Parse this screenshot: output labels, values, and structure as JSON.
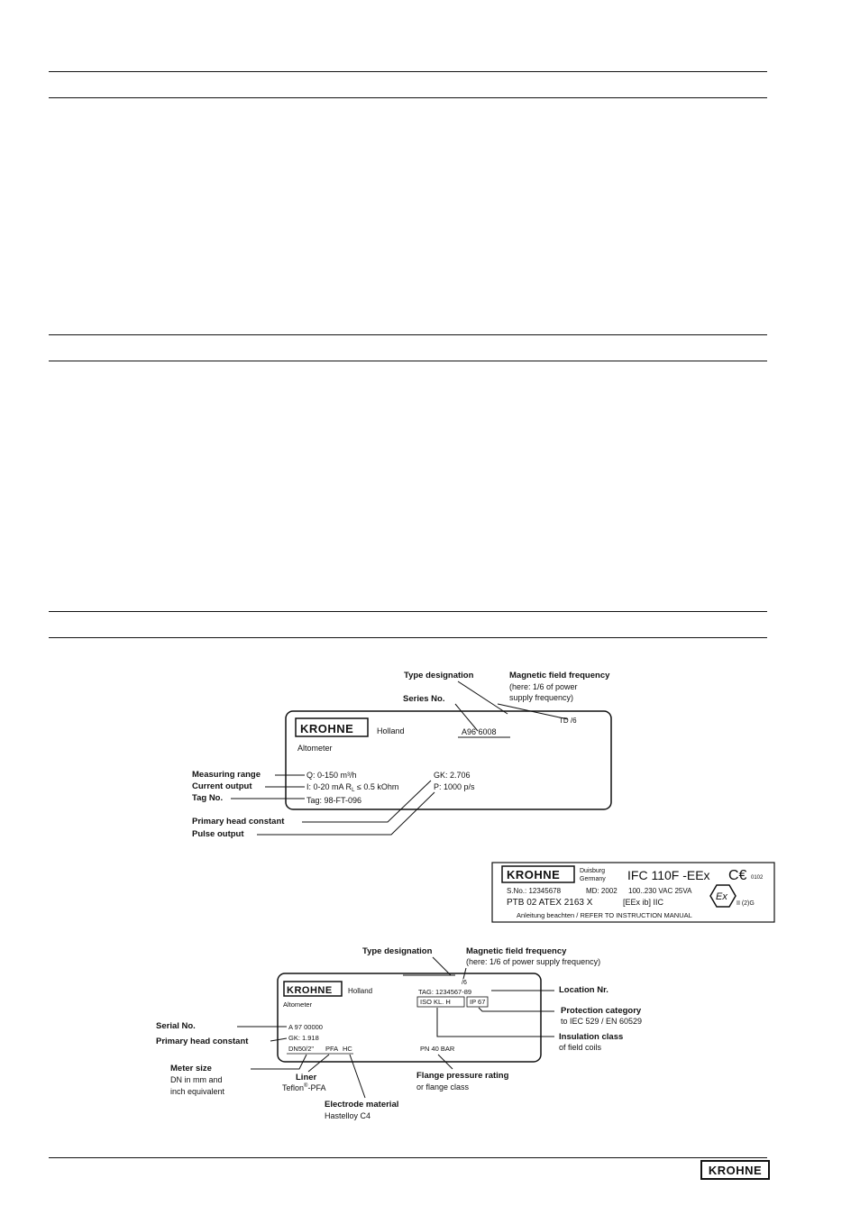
{
  "plate1": {
    "brand": "KROHNE",
    "origin": "Holland",
    "product": "Altometer",
    "series_value": "A96 6008",
    "freq_value": "TD /6",
    "range_value": "Q: 0-150 m³/h",
    "current_prefix": "I:",
    "current_value": "0-20 mA R",
    "current_sub": "L",
    "current_suffix": "≤ 0.5 kOhm",
    "tag_value": "Tag: 98-FT-096",
    "gk_value": "GK: 2.706",
    "pulse_value": "P: 1000 p/s",
    "labels": {
      "type_designation": "Type designation",
      "magnetic_freq": "Magnetic field frequency",
      "magnetic_freq_note1": "(here: 1/6 of power",
      "magnetic_freq_note2": "supply frequency)",
      "series_no": "Series No.",
      "measuring_range": "Measuring range",
      "current_output": "Current output",
      "tag_no": "Tag No.",
      "primary_head_constant": "Primary head constant",
      "pulse_output": "Pulse output"
    }
  },
  "plate2": {
    "brand": "KROHNE",
    "city": "Duisburg",
    "country": "Germany",
    "model": "IFC 110F -EEx",
    "ce_mark": "C€",
    "ce_number": "0102",
    "serial": "S.No.: 12345678",
    "md": "MD: 2002",
    "power": "100..230 VAC 25VA",
    "ptb": "PTB 02 ATEX 2163 X",
    "eex": "[EEx ib] IIC",
    "ex_mark": "Ex",
    "ex_class": "II (2)G",
    "manual": "Anleitung beachten / REFER TO INSTRUCTION MANUAL"
  },
  "plate3": {
    "brand": "KROHNE",
    "origin": "Holland",
    "product": "Altometer",
    "freq_value": "/6",
    "tag_value": "TAG: 1234567-89",
    "iso_value": "ISO KL. H",
    "ip_value": "IP 67",
    "serial_value": "A 97 00000",
    "gk_value": "GK: 1.918",
    "dn_value": "DN50/2\"",
    "liner_value": "PFA",
    "electrode_value": "HC",
    "pn_value": "PN 40 BAR",
    "labels": {
      "type_designation": "Type designation",
      "magnetic_freq": "Magnetic field frequency",
      "magnetic_freq_note": "(here: 1/6 of power supply frequency)",
      "location_nr": "Location Nr.",
      "protection_category": "Protection category",
      "protection_note": "to IEC 529 / EN 60529",
      "insulation_class": "Insulation class",
      "insulation_note": "of field coils",
      "serial_no": "Serial No.",
      "primary_head_constant": "Primary head constant",
      "meter_size": "Meter size",
      "meter_size_note1": "DN in mm and",
      "meter_size_note2": "inch equivalent",
      "liner": "Liner",
      "liner_note": "Teflon",
      "liner_note_sup": "®",
      "liner_note_suffix": "-PFA",
      "electrode_material": "Electrode material",
      "electrode_note": "Hastelloy C4",
      "flange_pressure": "Flange pressure rating",
      "flange_note": "or flange class"
    }
  },
  "footer": {
    "brand": "KROHNE"
  },
  "colors": {
    "ink": "#111111",
    "background": "#ffffff"
  }
}
